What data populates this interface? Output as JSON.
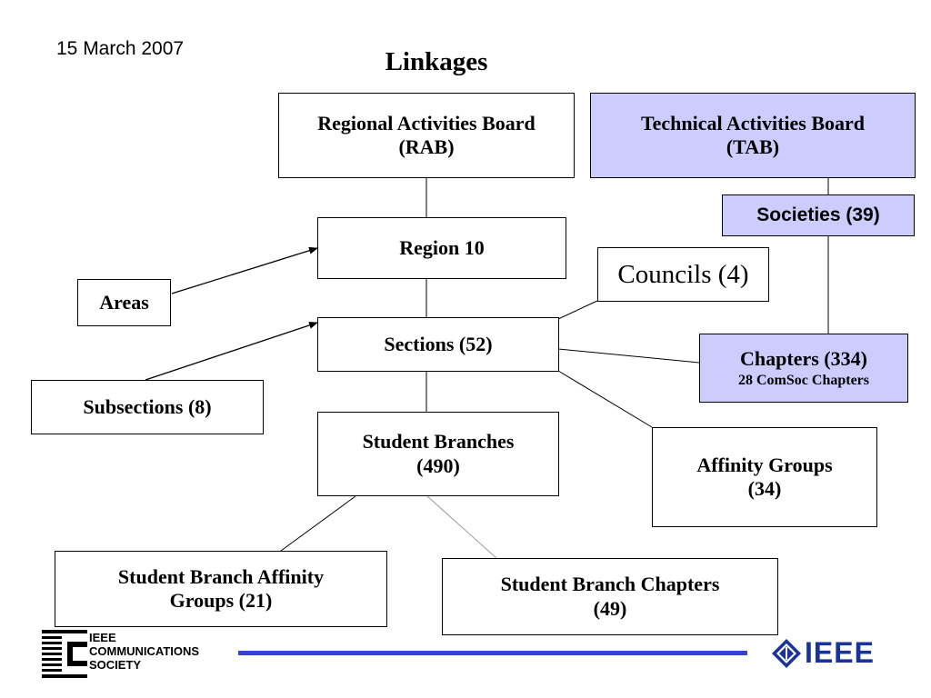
{
  "header": {
    "date": "15 March 2007",
    "title": "Linkages"
  },
  "boxes": {
    "rab": {
      "line1": "Regional Activities Board",
      "line2": "(RAB)"
    },
    "tab": {
      "line1": "Technical Activities Board",
      "line2": "(TAB)"
    },
    "societies": {
      "line1": "Societies (39)"
    },
    "region": {
      "line1": "Region 10"
    },
    "councils": {
      "line1": "Councils (4)"
    },
    "areas": {
      "line1": "Areas"
    },
    "sections": {
      "line1": "Sections (52)"
    },
    "chapters": {
      "line1": "Chapters (334)",
      "line2": "28 ComSoc Chapters"
    },
    "subsections": {
      "line1": "Subsections (8)"
    },
    "student_branches": {
      "line1": "Student Branches",
      "line2": "(490)"
    },
    "affinity": {
      "line1": "Affinity Groups",
      "line2": "(34)"
    },
    "sb_affinity": {
      "line1": "Student Branch Affinity",
      "line2": "Groups  (21)"
    },
    "sb_chapters": {
      "line1": "Student Branch Chapters",
      "line2": "(49)"
    }
  },
  "footer": {
    "comsoc_line1": "IEEE",
    "comsoc_line2": "COMMUNICATIONS",
    "comsoc_line3": "SOCIETY",
    "ieee_word": "IEEE"
  },
  "colors": {
    "tab_fill": "#ccccff",
    "footer_bar": "#3344cc",
    "ieee_blue": "#1a3399"
  }
}
